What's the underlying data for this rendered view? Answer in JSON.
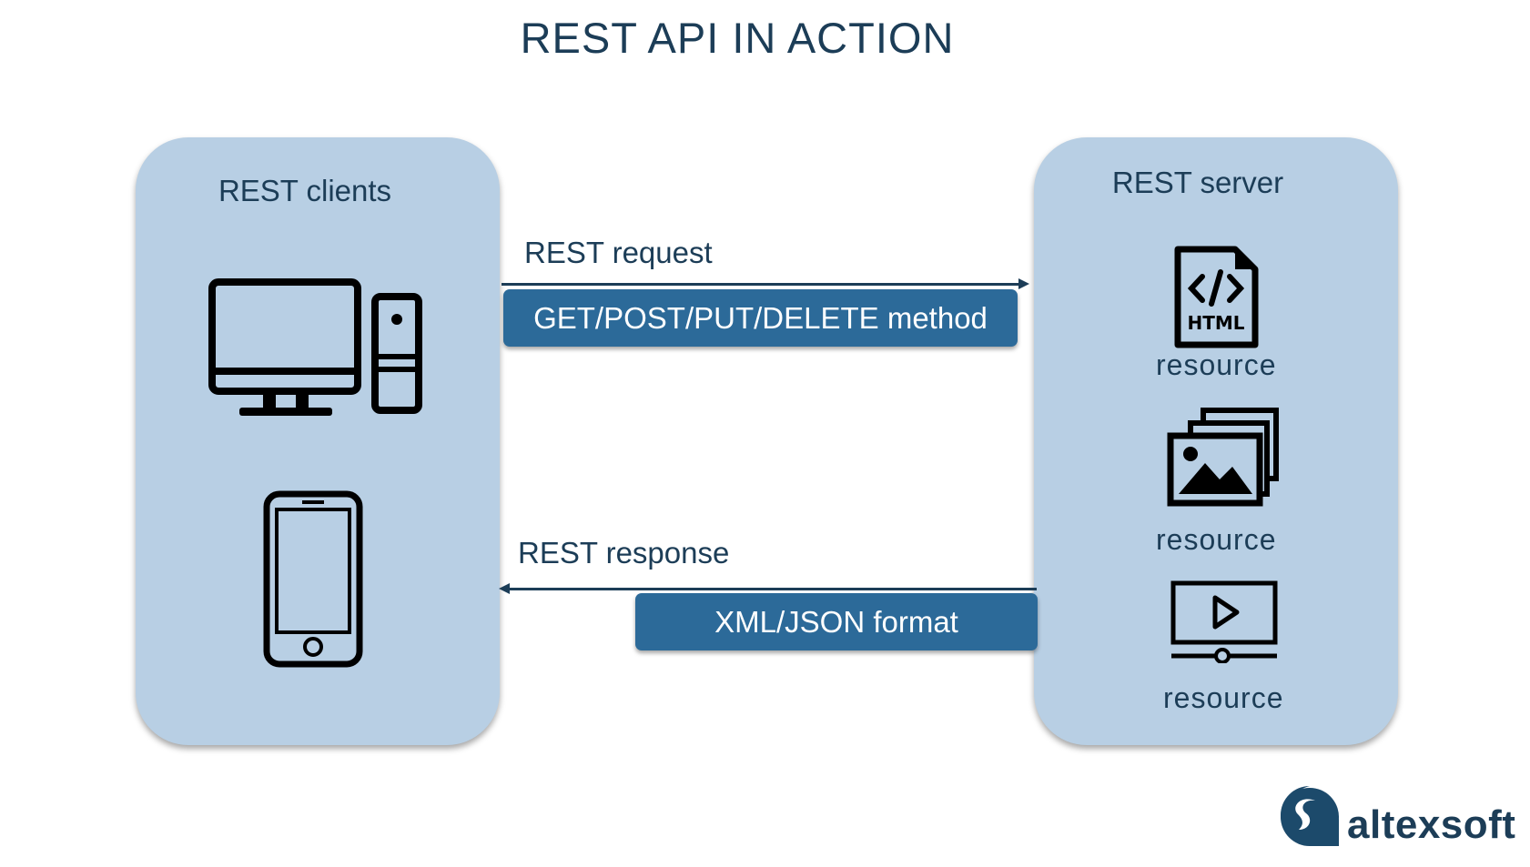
{
  "title": "REST API IN ACTION",
  "clients": {
    "title": "REST clients",
    "icons": [
      "desktop-computer-icon",
      "smartphone-icon"
    ]
  },
  "server": {
    "title": "REST server",
    "resources": [
      {
        "icon": "html-file-icon",
        "label": "resource",
        "icon_text": "HTML"
      },
      {
        "icon": "images-icon",
        "label": "resource"
      },
      {
        "icon": "video-player-icon",
        "label": "resource"
      }
    ]
  },
  "request": {
    "label": "REST request",
    "method": "GET/POST/PUT/DELETE method"
  },
  "response": {
    "label": "REST response",
    "format": "XML/JSON format"
  },
  "logo": {
    "text": "altexsoft"
  },
  "colors": {
    "panel": "#b8cfe4",
    "pill": "#2c6a99",
    "text": "#1c3d57"
  }
}
